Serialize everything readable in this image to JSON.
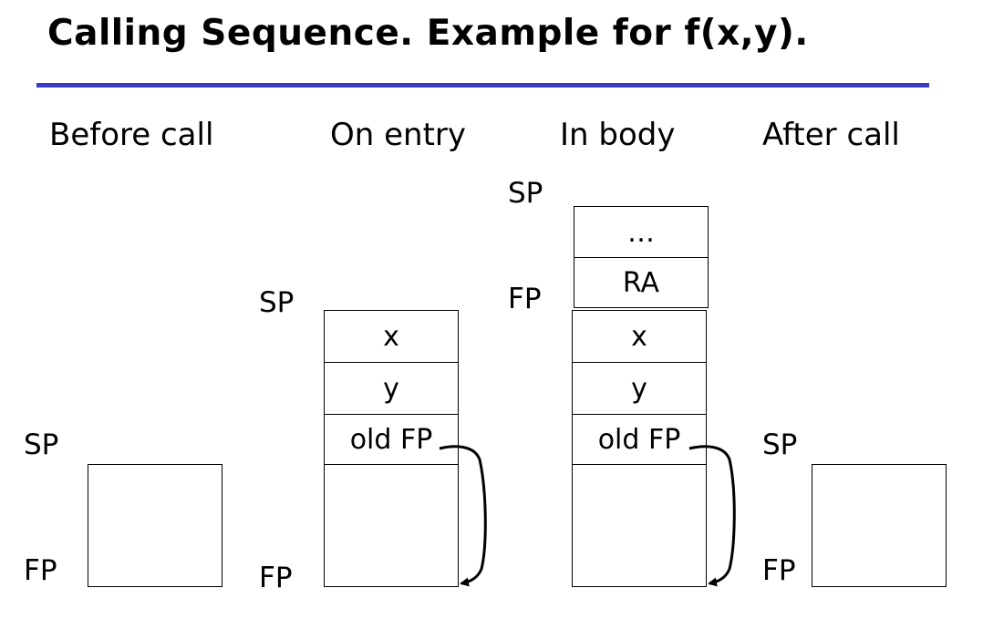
{
  "slide": {
    "title": "Calling Sequence. Example for f(x,y).",
    "accent_color": "#3a3dc4"
  },
  "columns": [
    {
      "title": "Before call",
      "sp_label": "SP",
      "fp_label": "FP"
    },
    {
      "title": "On entry",
      "sp_label": "SP",
      "fp_label": "FP",
      "cells": [
        "x",
        "y",
        "old FP"
      ]
    },
    {
      "title": "In body",
      "sp_label": "SP",
      "fp_label": "FP",
      "cells": [
        "…",
        "RA",
        "x",
        "y",
        "old FP"
      ]
    },
    {
      "title": "After call",
      "sp_label": "SP",
      "fp_label": "FP"
    }
  ]
}
